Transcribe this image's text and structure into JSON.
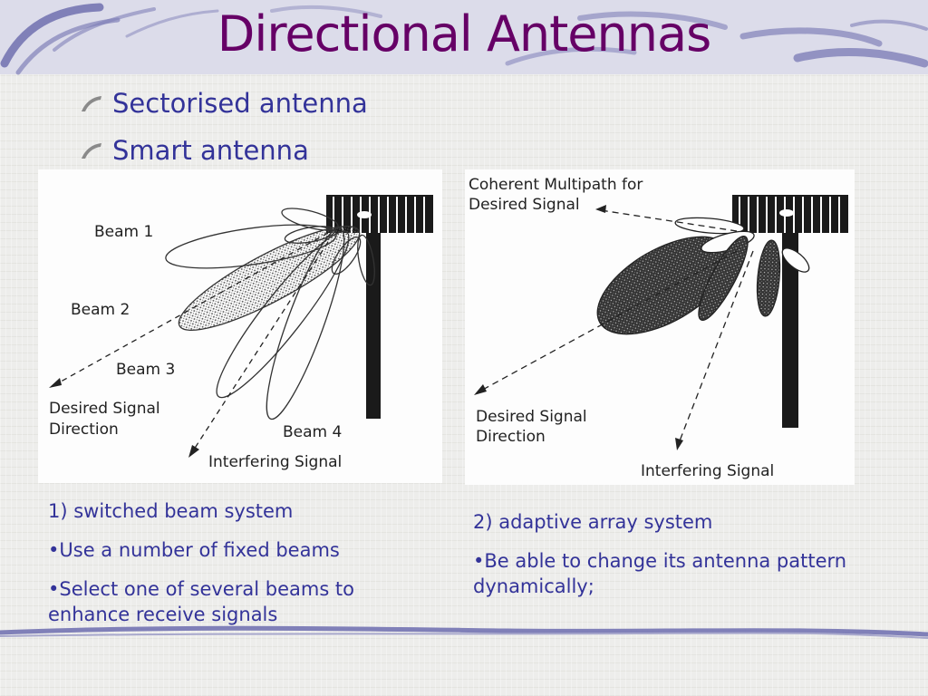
{
  "slide": {
    "title": "Directional Antennas",
    "bullets": [
      "Sectorised antenna",
      "Smart antenna"
    ]
  },
  "figure_switched": {
    "labels": [
      "Beam 1",
      "Beam 2",
      "Beam 3",
      "Desired Signal",
      "Direction",
      "Beam 4",
      "Interfering Signal"
    ]
  },
  "figure_adaptive": {
    "labels": [
      "Coherent Multipath for",
      "Desired Signal",
      "Desired Signal",
      "Direction",
      "Interfering Signal"
    ]
  },
  "caption_left": {
    "heading": "1) switched beam system",
    "points": [
      "Use a number of fixed beams",
      "Select one of several beams to enhance receive signals"
    ]
  },
  "caption_right": {
    "heading": "2) adaptive array system",
    "points": [
      "Be able to change its antenna pattern dynamically;"
    ]
  },
  "colors": {
    "title": "#660066",
    "text": "#333399",
    "swirl": "#8080b8"
  }
}
